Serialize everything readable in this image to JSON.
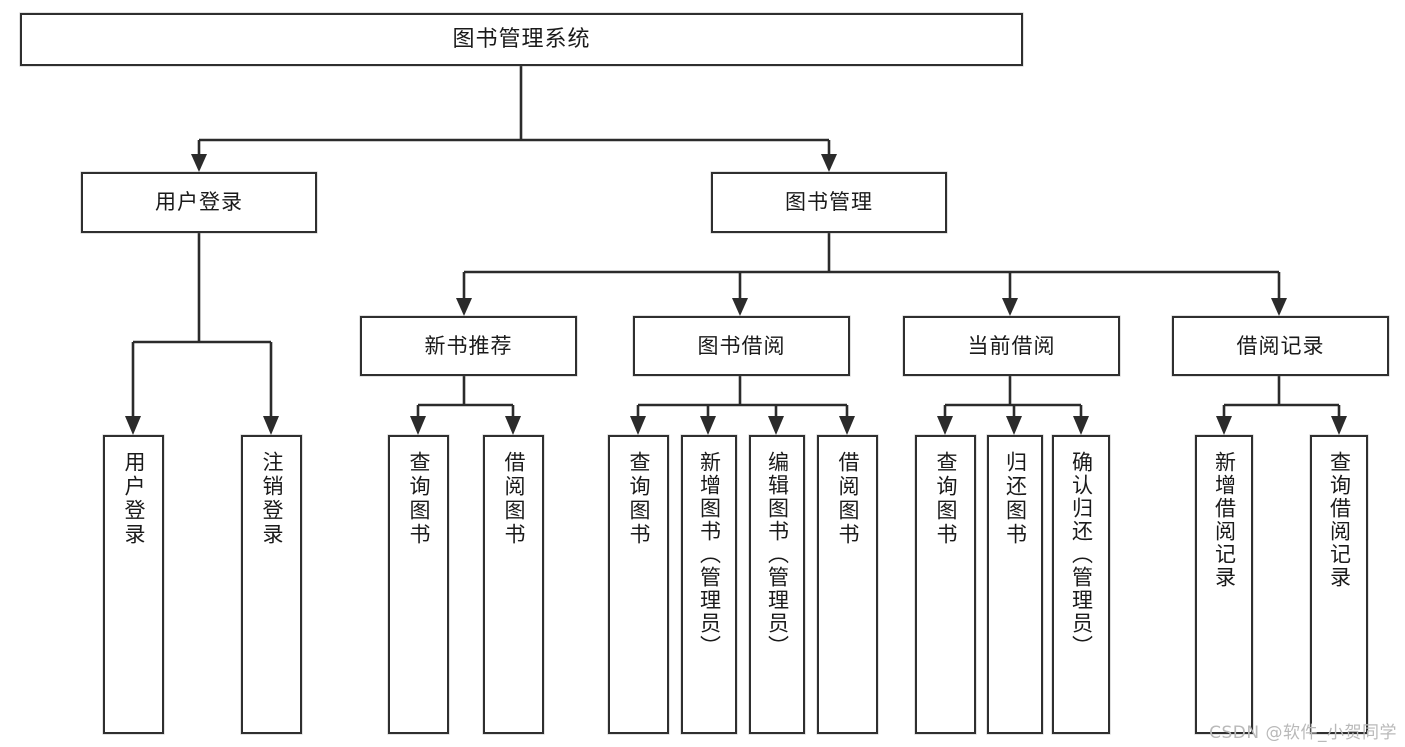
{
  "diagram": {
    "title": "图书管理系统",
    "type": "tree-hierarchy",
    "root": {
      "id": "root",
      "label": "图书管理系统"
    },
    "level2": [
      {
        "id": "user-login",
        "label": "用户登录"
      },
      {
        "id": "book-manage",
        "label": "图书管理"
      }
    ],
    "level3": [
      {
        "id": "new-book-rec",
        "label": "新书推荐",
        "parent": "book-manage"
      },
      {
        "id": "book-borrow",
        "label": "图书借阅",
        "parent": "book-manage"
      },
      {
        "id": "current-borrow",
        "label": "当前借阅",
        "parent": "book-manage"
      },
      {
        "id": "borrow-record",
        "label": "借阅记录",
        "parent": "book-manage"
      }
    ],
    "leaves": [
      {
        "id": "leaf-user-login",
        "label": "用户登录",
        "parent": "user-login"
      },
      {
        "id": "leaf-logout",
        "label": "注销登录",
        "parent": "user-login"
      },
      {
        "id": "leaf-rec-query",
        "label": "查询图书",
        "parent": "new-book-rec"
      },
      {
        "id": "leaf-rec-borrow",
        "label": "借阅图书",
        "parent": "new-book-rec"
      },
      {
        "id": "leaf-borrow-query",
        "label": "查询图书",
        "parent": "book-borrow"
      },
      {
        "id": "leaf-borrow-add",
        "label": "新增图书（管理员）",
        "parent": "book-borrow"
      },
      {
        "id": "leaf-borrow-edit",
        "label": "编辑图书（管理员）",
        "parent": "book-borrow"
      },
      {
        "id": "leaf-borrow-do",
        "label": "借阅图书",
        "parent": "book-borrow"
      },
      {
        "id": "leaf-cur-query",
        "label": "查询图书",
        "parent": "current-borrow"
      },
      {
        "id": "leaf-cur-return",
        "label": "归还图书",
        "parent": "current-borrow"
      },
      {
        "id": "leaf-cur-confirm",
        "label": "确认归还（管理员）",
        "parent": "current-borrow"
      },
      {
        "id": "leaf-rec-add",
        "label": "新增借阅记录",
        "parent": "borrow-record"
      },
      {
        "id": "leaf-rec-search",
        "label": "查询借阅记录",
        "parent": "borrow-record"
      }
    ]
  },
  "watermark": {
    "text": "CSDN @软件_小贺同学"
  },
  "colors": {
    "background": "#ffffff",
    "box_border": "#2f2f2f",
    "box_fill": "#ffffff",
    "connector": "#2b2b2b",
    "text": "#1a1a1a",
    "watermark": "#b9b9b9"
  }
}
